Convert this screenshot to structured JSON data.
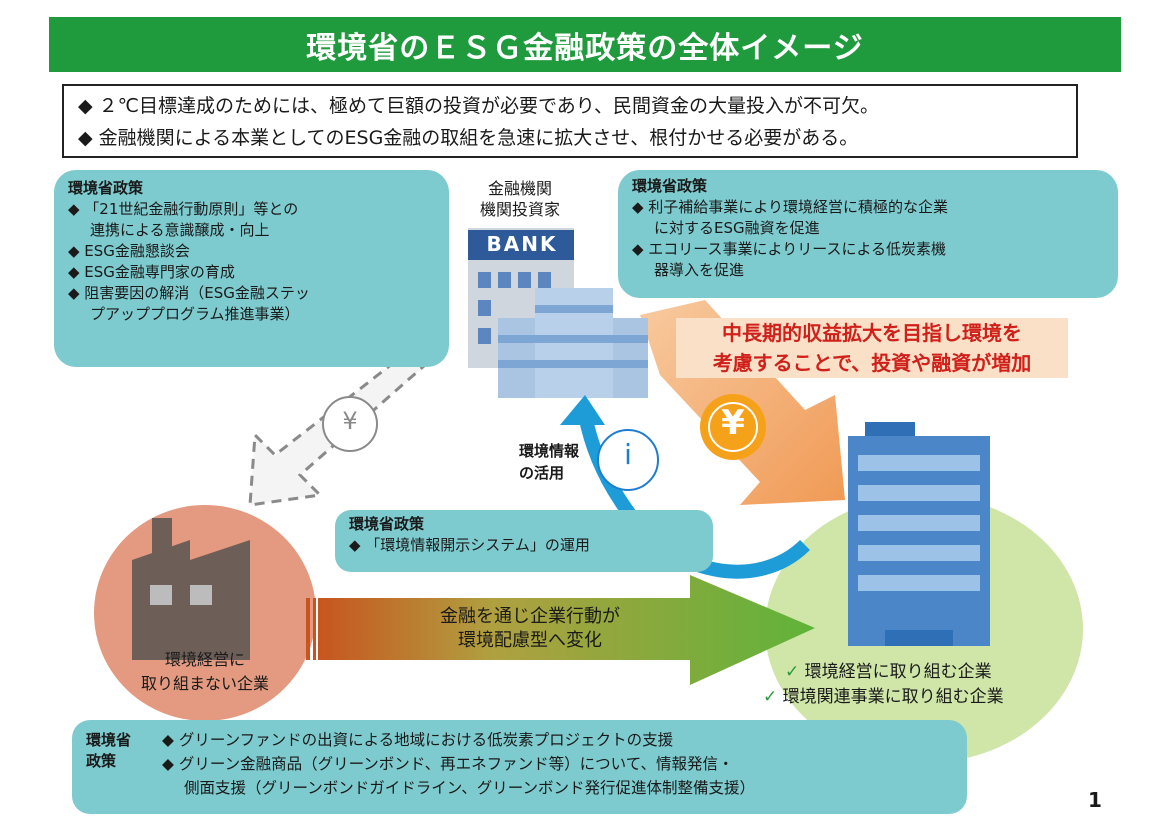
{
  "title": "環境省のＥＳＧ金融政策の全体イメージ",
  "summary": [
    "◆ ２℃目標達成のためには、極めて巨額の投資が必要であり、民間資金の大量投入が不可欠。",
    "◆ 金融機関による本業としてのESG金融の取組を急速に拡大させ、根付かせる必要がある。"
  ],
  "bubble_top_left": {
    "heading": "環境省政策",
    "lines": [
      "◆ 「21世紀金融行動原則」等との",
      "連携による意識醸成・向上",
      "◆ ESG金融懇談会",
      "◆ ESG金融専門家の育成",
      "◆ 阻害要因の解消（ESG金融ステッ",
      "プアッププログラム推進事業）"
    ]
  },
  "bank": {
    "label_line1": "金融機関",
    "label_line2": "機関投資家",
    "sign": "BANK"
  },
  "bubble_top_right": {
    "heading": "環境省政策",
    "lines": [
      "◆ 利子補給事業により環境経営に積極的な企業",
      "に対するESG融資を促進",
      "◆ エコリース事業によりリースによる低炭素機",
      "器導入を促進"
    ]
  },
  "red_message": {
    "line1": "中長期的収益拡大を目指し環境を",
    "line2": "考慮することで、投資や融資が増加"
  },
  "yen_symbol": "¥",
  "info_symbol": "i",
  "env_info": {
    "line1": "環境情報",
    "line2": "の活用"
  },
  "bubble_middle": {
    "heading": "環境省政策",
    "line": "◆ 「環境情報開示システム」の運用"
  },
  "factory": {
    "line1": "環境経営に",
    "line2": "取り組まない企業"
  },
  "arrow_text": {
    "line1": "金融を通じ企業行動が",
    "line2": "環境配慮型へ変化"
  },
  "right_company": {
    "check": "✓",
    "line1": "環境経営に取り組む企業",
    "line2": "環境関連事業に取り組む企業"
  },
  "bubble_bottom": {
    "heading1": "環境省",
    "heading2": "政策",
    "lines": [
      "◆ グリーンファンドの出資による地域における低炭素プロジェクトの支援",
      "◆ グリーン金融商品（グリーンボンド、再エネファンド等）について、情報発信・",
      "側面支援（グリーンボンドガイドライン、グリーンボンド発行促進体制整備支援）"
    ]
  },
  "page_number": "1",
  "colors": {
    "title_bg": "#1f9a3c",
    "bubble": "#7ecbcf",
    "red_text": "#d0201a",
    "orange_arrow": "#f2a76a",
    "green_arrow": "#5fb33a",
    "left_circle": "#e49a80",
    "right_circle": "#cfe6a8",
    "building_blue": "#4a86c8"
  }
}
